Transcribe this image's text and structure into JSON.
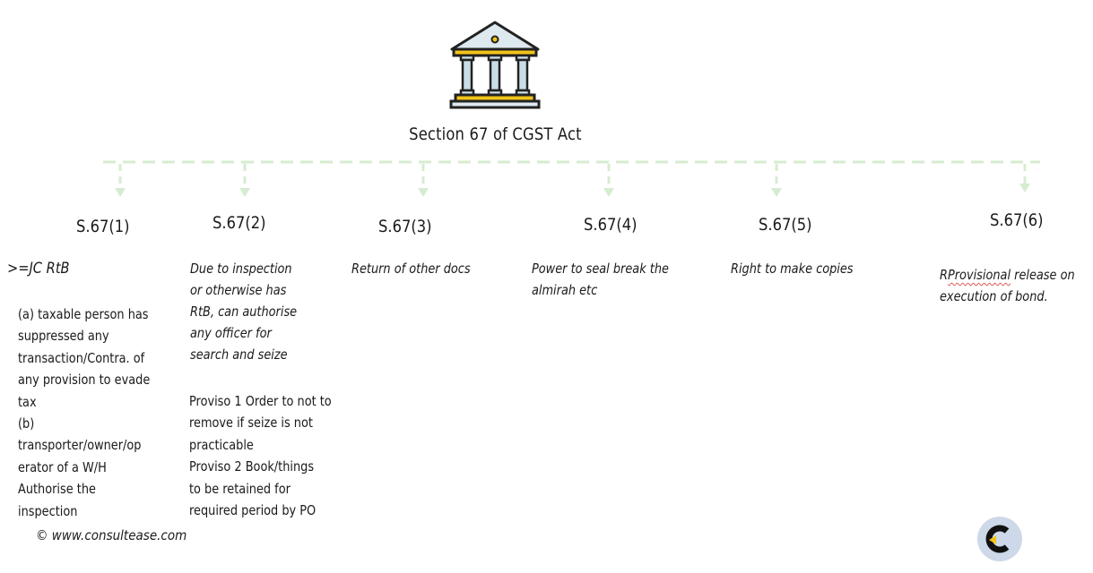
{
  "header": {
    "title": "Section 67 of CGST Act",
    "icon": "courthouse-icon"
  },
  "colors": {
    "connector": "#d6ecd0",
    "roof": "#dde8ef",
    "gold": "#f2c418",
    "column": "#c9dde9",
    "outline": "#222222",
    "logo_bg": "#cdd8e8",
    "logo_accent": "#f2c418"
  },
  "sections": [
    {
      "label": "S.67(1)",
      "summary": ">=JC RtB",
      "details": [
        "(a) taxable person has",
        "suppressed any",
        "transaction/Contra. of",
        "any provision to evade",
        "tax",
        "(b)",
        "transporter/owner/op",
        "erator of a W/H",
        "Authorise the",
        "inspection"
      ]
    },
    {
      "label": "S.67(2)",
      "summary_lines": [
        "Due to inspection",
        "or otherwise has",
        "RtB, can authorise",
        "any officer for",
        "search and seize"
      ],
      "details": [
        "Proviso 1 Order to not to",
        "remove if seize is not",
        "practicable",
        "Proviso 2 Book/things",
        "to be retained for",
        "required period by PO"
      ]
    },
    {
      "label": "S.67(3)",
      "summary": "Return of other docs"
    },
    {
      "label": "S.67(4)",
      "summary_lines": [
        "Power to seal break the",
        "almirah etc"
      ]
    },
    {
      "label": "S.67(5)",
      "summary": "Right to make copies"
    },
    {
      "label": "S.67(6)",
      "summary_prefix": "R",
      "summary_underlined": "Provisional",
      "summary_rest": " release on",
      "summary_line2": "execution of bond."
    }
  ],
  "footer": {
    "copyright": "© www.consultease.com",
    "logo": "consultease-logo-icon"
  }
}
